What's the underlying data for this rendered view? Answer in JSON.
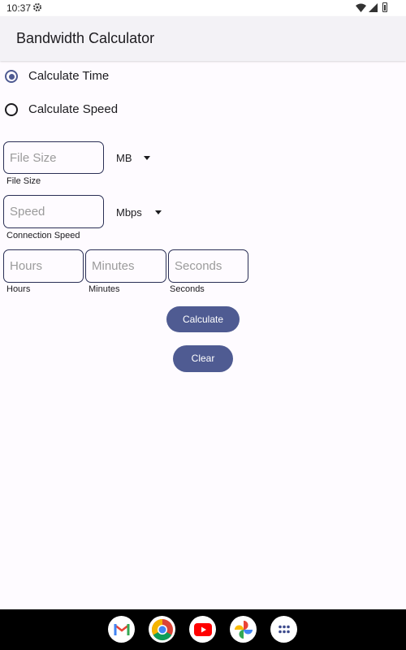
{
  "status_bar": {
    "time": "10:37"
  },
  "app_bar": {
    "title": "Bandwidth Calculator"
  },
  "mode": {
    "options": [
      {
        "label": "Calculate Time",
        "selected": true
      },
      {
        "label": "Calculate Speed",
        "selected": false
      }
    ]
  },
  "file_size": {
    "placeholder": "File Size",
    "value": "",
    "helper": "File Size",
    "unit": "MB"
  },
  "speed": {
    "placeholder": "Speed",
    "value": "",
    "helper": "Connection Speed",
    "unit": "Mbps"
  },
  "time": {
    "hours": {
      "placeholder": "Hours",
      "value": "",
      "helper": "Hours"
    },
    "minutes": {
      "placeholder": "Minutes",
      "value": "",
      "helper": "Minutes"
    },
    "seconds": {
      "placeholder": "Seconds",
      "value": "",
      "helper": "Seconds"
    }
  },
  "buttons": {
    "calculate": "Calculate",
    "clear": "Clear"
  },
  "dock": {
    "apps": [
      "gmail-icon",
      "chrome-icon",
      "youtube-icon",
      "photos-icon",
      "app-drawer-icon"
    ]
  },
  "colors": {
    "accent": "#4f5b92",
    "background": "#fefbff",
    "app_bar": "#f3f2f6"
  }
}
